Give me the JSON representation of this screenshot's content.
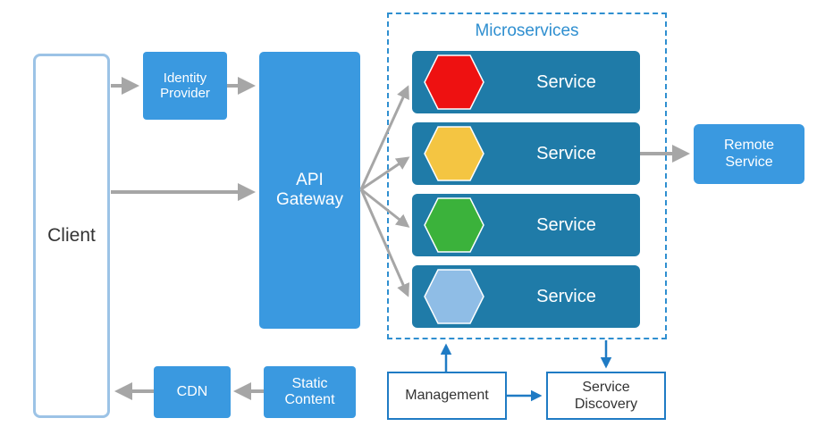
{
  "client": {
    "label": "Client"
  },
  "identity_provider": {
    "label_line1": "Identity",
    "label_line2": "Provider"
  },
  "api_gateway": {
    "label_line1": "API",
    "label_line2": "Gateway"
  },
  "microservices": {
    "title": "Microservices",
    "services": [
      {
        "label": "Service",
        "hex_color": "#ee1111"
      },
      {
        "label": "Service",
        "hex_color": "#f4c542"
      },
      {
        "label": "Service",
        "hex_color": "#3bb23b"
      },
      {
        "label": "Service",
        "hex_color": "#8fbde6"
      }
    ]
  },
  "remote_service": {
    "label_line1": "Remote",
    "label_line2": "Service"
  },
  "cdn": {
    "label": "CDN"
  },
  "static_content": {
    "label_line1": "Static",
    "label_line2": "Content"
  },
  "management": {
    "label": "Management"
  },
  "service_discovery": {
    "label_line1": "Service",
    "label_line2": "Discovery"
  },
  "colors": {
    "primary_box": "#3a99e0",
    "service_box": "#1f7ba8",
    "frame": "#2f8fd0",
    "arrow_gray": "#a6a6a6",
    "arrow_blue": "#1f7bc4",
    "client_border": "#9cc3e6"
  }
}
